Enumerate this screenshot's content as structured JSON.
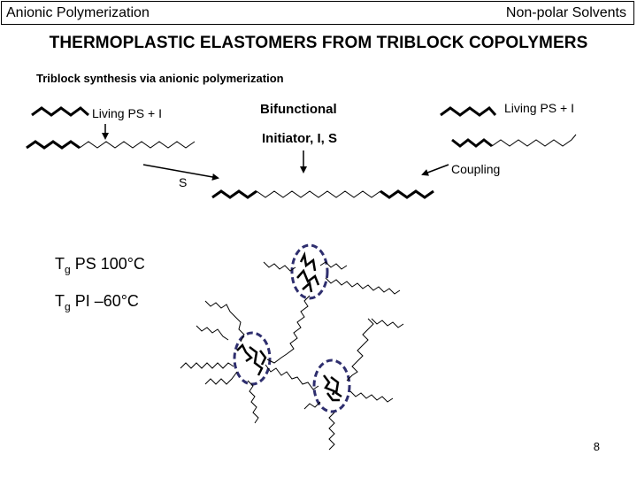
{
  "header": {
    "left": "Anionic Polymerization",
    "right": "Non-polar Solvents"
  },
  "title": "THERMOPLASTIC ELASTOMERS  FROM TRIBLOCK COPOLYMERS",
  "subtitle": "Triblock synthesis via anionic polymerization",
  "labels": {
    "living_ps_left": "Living PS + I",
    "bifunctional": "Bifunctional",
    "initiator": "Initiator, I, S",
    "living_ps_right": "Living PS + I",
    "coupling": "Coupling",
    "s": "S"
  },
  "tg": {
    "ps": {
      "prefix": "T",
      "sub": "g",
      "rest": " PS 100°C"
    },
    "pi": {
      "prefix": "T",
      "sub": "g",
      "rest": " PI –60°C"
    }
  },
  "page_number": "8",
  "colors": {
    "domain_circle": "#2e2e6e"
  }
}
